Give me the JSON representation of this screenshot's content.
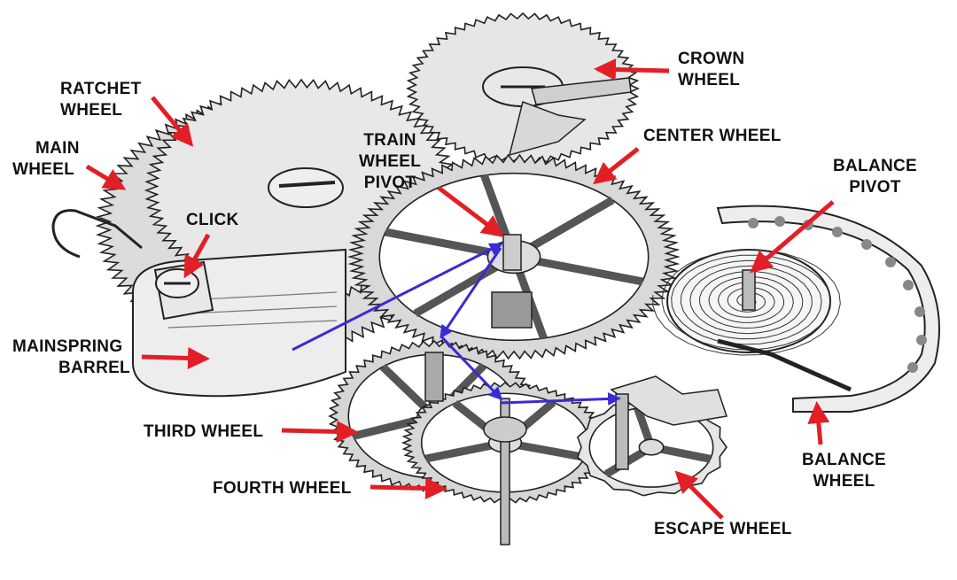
{
  "colors": {
    "arrow": "#e21f26",
    "power_path": "#3a2bd6",
    "ink": "#111111",
    "paper": "#ffffff",
    "metal_light": "#e4e4e4",
    "metal_mid": "#bdbdbd",
    "metal_dark": "#555555"
  },
  "labels": {
    "crown_wheel": [
      "CROWN",
      "WHEEL"
    ],
    "ratchet_wheel": [
      "RATCHET",
      "WHEEL"
    ],
    "main_wheel": [
      "MAIN",
      "WHEEL"
    ],
    "train_wheel_pivot": [
      "TRAIN",
      "WHEEL",
      "PIVOT"
    ],
    "center_wheel": "CENTER WHEEL",
    "balance_pivot": [
      "BALANCE",
      "PIVOT"
    ],
    "click": "CLICK",
    "mainspring_barrel": [
      "MAINSPRING",
      "BARREL"
    ],
    "third_wheel": "THIRD WHEEL",
    "fourth_wheel": "FOURTH WHEEL",
    "escape_wheel": "ESCAPE WHEEL",
    "balance_wheel": [
      "BALANCE",
      "WHEEL"
    ]
  },
  "icons": {
    "arrow": "red-pointer-arrow",
    "path": "blue-power-flow-arrow"
  }
}
